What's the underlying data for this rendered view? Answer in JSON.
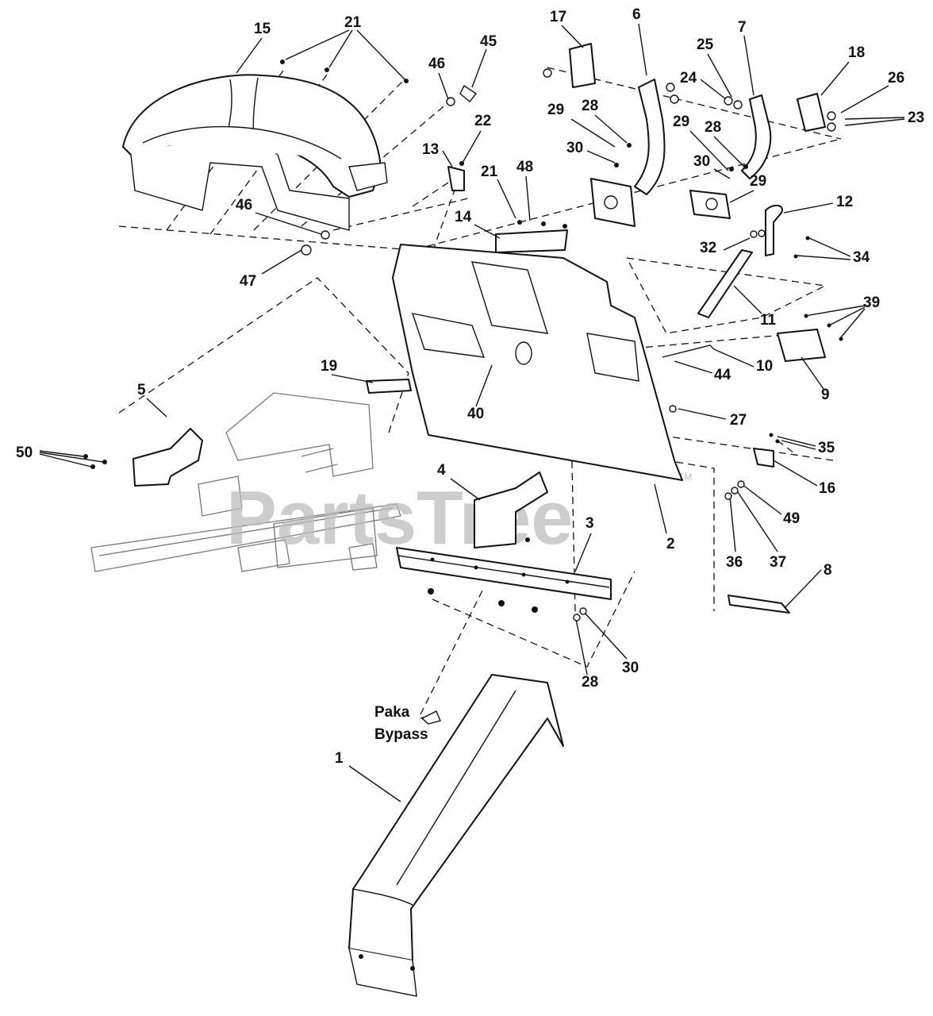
{
  "watermark": {
    "text": "PartsTree",
    "trademark": "TM"
  },
  "callouts": [
    {
      "text": "15"
    },
    {
      "text": "21"
    },
    {
      "text": "46"
    },
    {
      "text": "45"
    },
    {
      "text": "17"
    },
    {
      "text": "6"
    },
    {
      "text": "7"
    },
    {
      "text": "25"
    },
    {
      "text": "24"
    },
    {
      "text": "18"
    },
    {
      "text": "26"
    },
    {
      "text": "23"
    },
    {
      "text": "29"
    },
    {
      "text": "28"
    },
    {
      "text": "22"
    },
    {
      "text": "30"
    },
    {
      "text": "29"
    },
    {
      "text": "28"
    },
    {
      "text": "13"
    },
    {
      "text": "21"
    },
    {
      "text": "48"
    },
    {
      "text": "30"
    },
    {
      "text": "29"
    },
    {
      "text": "12"
    },
    {
      "text": "14"
    },
    {
      "text": "46"
    },
    {
      "text": "32"
    },
    {
      "text": "34"
    },
    {
      "text": "47"
    },
    {
      "text": "11"
    },
    {
      "text": "39"
    },
    {
      "text": "10"
    },
    {
      "text": "44"
    },
    {
      "text": "19"
    },
    {
      "text": "9"
    },
    {
      "text": "5"
    },
    {
      "text": "40"
    },
    {
      "text": "27"
    },
    {
      "text": "50"
    },
    {
      "text": "35"
    },
    {
      "text": "16"
    },
    {
      "text": "4"
    },
    {
      "text": "3"
    },
    {
      "text": "49"
    },
    {
      "text": "2"
    },
    {
      "text": "36"
    },
    {
      "text": "37"
    },
    {
      "text": "8"
    },
    {
      "text": "30"
    },
    {
      "text": "28"
    },
    {
      "text": "1"
    }
  ],
  "notes": [
    {
      "lines": [
        "Paka",
        "Bypass"
      ]
    }
  ]
}
